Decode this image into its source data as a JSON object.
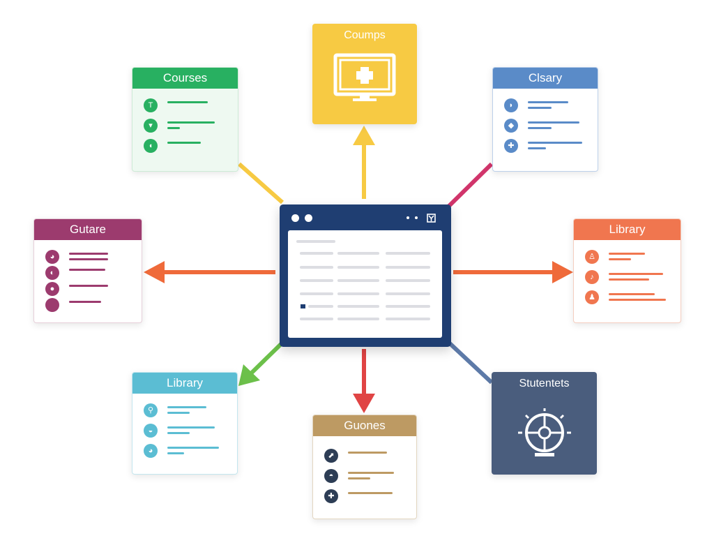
{
  "colors": {
    "courses": "#28b061",
    "courses_bg": "#eef9f1",
    "top": "#f7ca43",
    "clary": "#5a8bc8",
    "gutare": "#9c3b6e",
    "library_right": "#f0764f",
    "library_left": "#5bbdd3",
    "guones": "#bd9a63",
    "studentets": "#4a5d7d",
    "center": "#1f3e72"
  },
  "cards": {
    "courses": {
      "title": "Courses",
      "icons": [
        "T",
        "▾",
        "◖"
      ]
    },
    "clary": {
      "title": "Clsary",
      "icons": [
        "◗",
        "◆",
        "✚"
      ]
    },
    "gutare": {
      "title": "Gutare",
      "icons": [
        "◕",
        "◐",
        "●"
      ]
    },
    "library_right": {
      "title": "Library",
      "icons": [
        "♙",
        "♪",
        "♟"
      ]
    },
    "library_left": {
      "title": "Library",
      "icons": [
        "⚲",
        "◒",
        "◕"
      ]
    },
    "guones": {
      "title": "Guones",
      "icons": [
        "⬈",
        "◓",
        "✚"
      ]
    }
  },
  "tiles": {
    "top": {
      "title": "Coumps",
      "icon": "monitor-plus-icon"
    },
    "studentets": {
      "title": "Stutentets",
      "icon": "steering-wheel-icon"
    }
  },
  "center_window": {
    "icon": "bookmark-icon"
  }
}
